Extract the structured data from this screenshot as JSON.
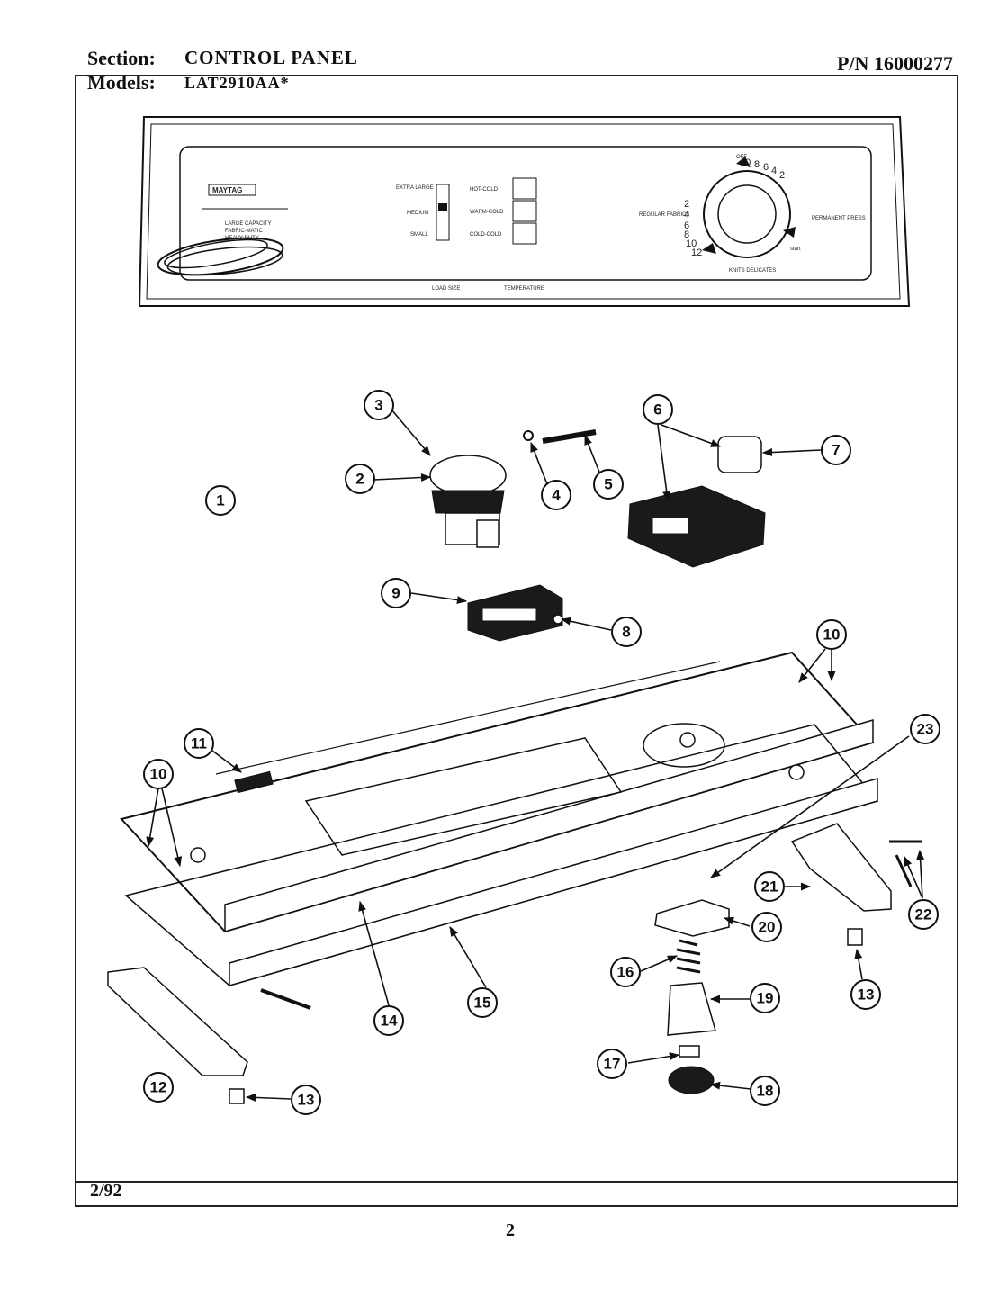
{
  "header": {
    "section_label": "Section:",
    "section_value": "CONTROL PANEL",
    "models_label": "Models:",
    "models_value": "LAT2910AA*",
    "part_number": "P/N 16000277"
  },
  "footer": {
    "date": "2/92",
    "page": "2"
  },
  "panel": {
    "brand": "MAYTAG",
    "tagline": [
      "LARGE CAPACITY",
      "FABRIC-MATIC",
      "HEAVY DUTY"
    ],
    "load_size": {
      "label": "LOAD SIZE",
      "options": [
        "EXTRA LARGE",
        "MEDIUM",
        "SMALL"
      ]
    },
    "temperature": {
      "label": "TEMPERATURE",
      "options": [
        "HOT-COLD",
        "WARM-COLD",
        "COLD-COLD"
      ]
    },
    "dial": {
      "regular_fabrics": "REGULAR FABRICS",
      "permanent_press": "PERMANENT PRESS",
      "knits_delicates": "KNITS DELICATES",
      "off": "OFF",
      "start": "start",
      "numbers_top": [
        "10",
        "8",
        "6",
        "4",
        "2"
      ],
      "numbers_left": [
        "2",
        "4",
        "6",
        "8",
        "10",
        "12"
      ]
    }
  },
  "callouts": [
    "1",
    "2",
    "3",
    "4",
    "5",
    "6",
    "7",
    "8",
    "9",
    "10",
    "10",
    "11",
    "12",
    "13",
    "13",
    "14",
    "15",
    "16",
    "17",
    "18",
    "19",
    "20",
    "21",
    "22",
    "23"
  ]
}
